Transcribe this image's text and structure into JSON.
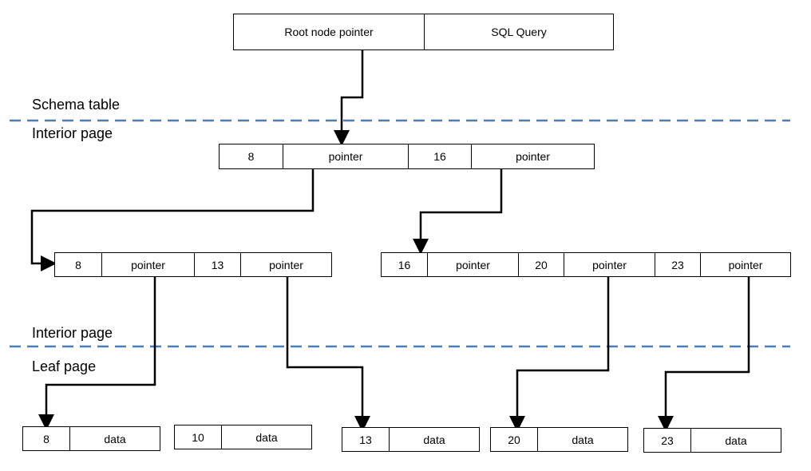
{
  "labels": {
    "schema_table": "Schema table",
    "interior_page_top": "Interior page",
    "interior_page_bottom": "Interior page",
    "leaf_page": "Leaf page"
  },
  "schema": {
    "root_pointer": "Root node pointer",
    "sql_query": "SQL Query"
  },
  "root": {
    "key1": "8",
    "ptr1": "pointer",
    "key2": "16",
    "ptr2": "pointer"
  },
  "left_interior": {
    "key1": "8",
    "ptr1": "pointer",
    "key2": "13",
    "ptr2": "pointer"
  },
  "right_interior": {
    "key1": "16",
    "ptr1": "pointer",
    "key2": "20",
    "ptr2": "pointer",
    "key3": "23",
    "ptr3": "pointer"
  },
  "leaves": [
    {
      "key": "8",
      "value": "data"
    },
    {
      "key": "10",
      "value": "data"
    },
    {
      "key": "13",
      "value": "data"
    },
    {
      "key": "20",
      "value": "data"
    },
    {
      "key": "23",
      "value": "data"
    }
  ],
  "colors": {
    "divider": "#4a7ebb",
    "line": "#000000"
  }
}
